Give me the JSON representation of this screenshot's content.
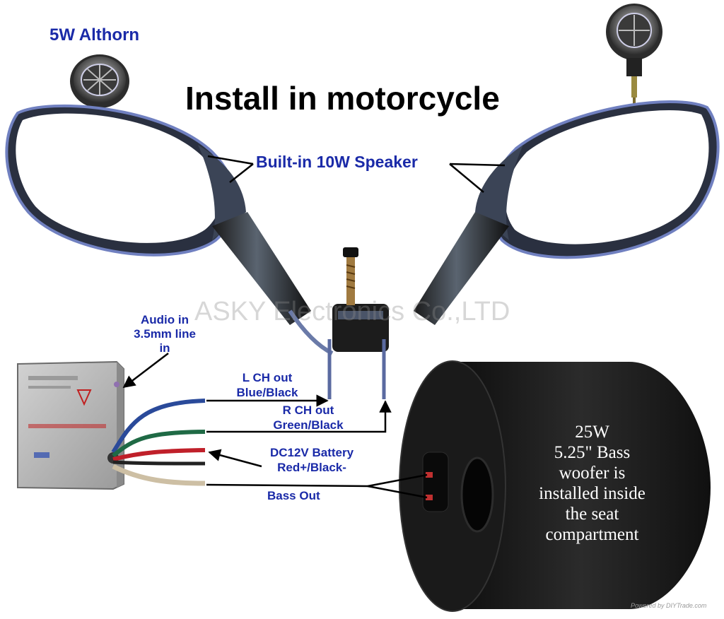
{
  "title": "Install in motorcycle",
  "watermark": "ASKY Electronics Co.,LTD",
  "powered_by": "Powered by DIYTrade.com",
  "labels": {
    "althorn": "5W Althorn",
    "speaker": "Built-in 10W Speaker",
    "audio_in": [
      "Audio in",
      "3.5mm line",
      "in"
    ],
    "l_ch": [
      "L CH out",
      "Blue/Black"
    ],
    "r_ch": [
      "R CH out",
      "Green/Black"
    ],
    "dc": [
      "DC12V Battery",
      "Red+/Black-"
    ],
    "bass_out": "Bass Out"
  },
  "woofer": [
    "25W",
    "5.25\" Bass",
    "woofer is",
    "installed inside",
    "the seat",
    "compartment"
  ],
  "colors": {
    "label_blue": "#1a2aa8",
    "wire_blue": "#2a4a9a",
    "wire_green": "#1f6a45",
    "wire_red": "#c0202a",
    "wire_beige": "#cdbfa4",
    "woofer_felt": "#1c1c1c"
  }
}
